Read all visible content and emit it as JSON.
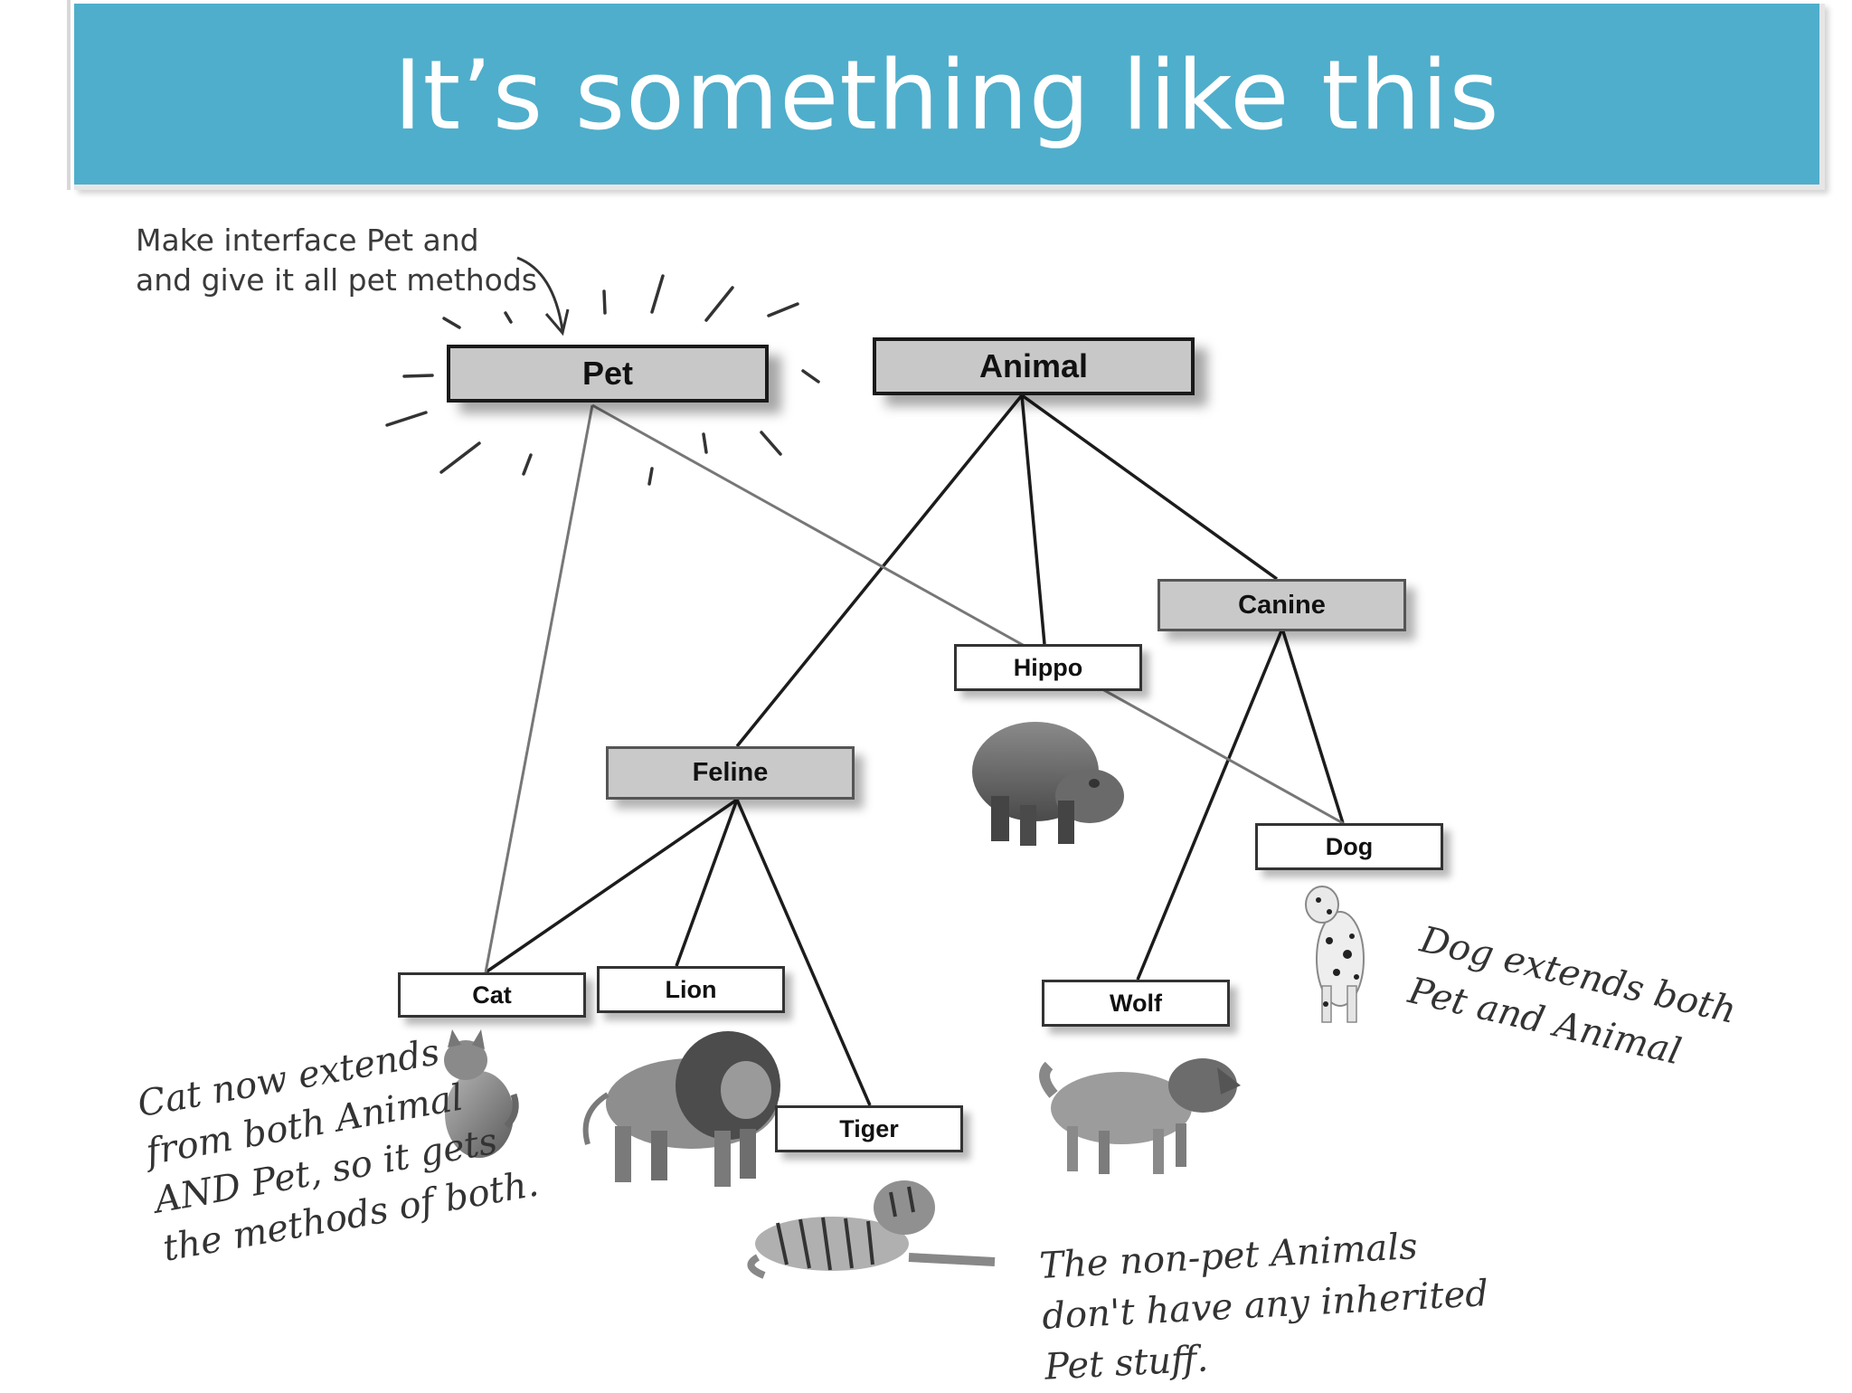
{
  "slide": {
    "title": "It’s something like this"
  },
  "diagram": {
    "boxes": {
      "pet": "Pet",
      "animal": "Animal",
      "canine": "Canine",
      "hippo": "Hippo",
      "feline": "Feline",
      "dog": "Dog",
      "cat": "Cat",
      "lion": "Lion",
      "wolf": "Wolf",
      "tiger": "Tiger"
    },
    "notes": {
      "pet_interface": "Make interface Pet and\nand give it all pet methods",
      "cat": "Cat now extends\nfrom both Animal\nAND Pet, so it gets\nthe methods of both.",
      "dog": "Dog extends both\nPet and Animal",
      "non_pet": "The non-pet Animals\ndon't have any inherited\nPet stuff."
    }
  }
}
